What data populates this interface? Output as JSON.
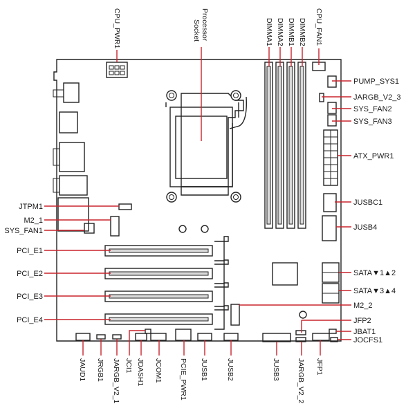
{
  "labels": {
    "top": {
      "cpu_pwr1": "CPU_PWR1",
      "processor_line1": "Processor",
      "processor_line2": "Socket",
      "dimma1": "DIMMA1",
      "dimma2": "DIMMA2",
      "dimmb1": "DIMMB1",
      "dimmb2": "DIMMB2",
      "cpu_fan1": "CPU_FAN1"
    },
    "right": {
      "pump_sys1": "PUMP_SYS1",
      "jargb_v2_3": "JARGB_V2_3",
      "sys_fan2": "SYS_FAN2",
      "sys_fan3": "SYS_FAN3",
      "atx_pwr1": "ATX_PWR1",
      "jusbc1": "JUSBC1",
      "jusb4": "JUSB4",
      "sata12": "SATA▼1▲2",
      "sata34": "SATA▼3▲4",
      "m2_2": "M2_2",
      "jfp2": "JFP2",
      "jbat1": "JBAT1",
      "jocfs1": "JOCFS1"
    },
    "left": {
      "jtpm1": "JTPM1",
      "m2_1": "M2_1",
      "sys_fan1": "SYS_FAN1",
      "pci_e1": "PCI_E1",
      "pci_e2": "PCI_E2",
      "pci_e3": "PCI_E3",
      "pci_e4": "PCI_E4"
    },
    "bottom": {
      "jaud1": "JAUD1",
      "jrgb1": "JRGB1",
      "jargb_v2_1": "JARGB_V2_1",
      "jci1": "JCI1",
      "jdash1": "JDASH1",
      "jcom1": "JCOM1",
      "pcie_pwr1": "PCIE_PWR1",
      "jusb1": "JUSB1",
      "jusb2": "JUSB2",
      "jusb3": "JUSB3",
      "jargb_v2_2": "JARGB_V2_2",
      "jfp1": "JFP1"
    }
  },
  "colors": {
    "leader": "#c8232c",
    "outline": "#222222"
  }
}
